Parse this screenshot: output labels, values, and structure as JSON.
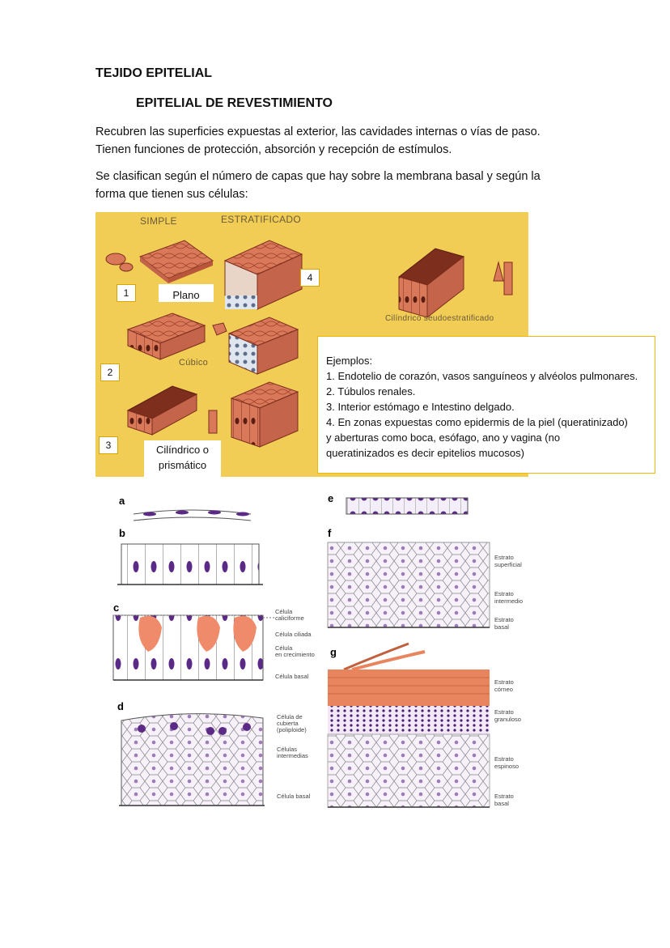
{
  "title": "TEJIDO EPITELIAL",
  "subtitle": "EPITELIAL DE REVESTIMIENTO",
  "para1": [
    "Recubren las superficies expuestas al exterior, las cavidades internas o vías de paso.",
    "Tienen funciones de protección, absorción y recepción de estímulos."
  ],
  "para2": [
    "Se clasifican según el número de capas que hay sobre la membrana basal y según la",
    "forma que tienen sus células:"
  ],
  "figure1": {
    "header_simple": "SIMPLE",
    "header_estratificado": "ESTRATIFICADO",
    "label_cubico": "Cúbico",
    "label_seudo": "Cilíndrico seudoestratificado",
    "num1": "1",
    "num2": "2",
    "num3": "3",
    "num4": "4",
    "plano": "Plano",
    "cilindrico_1": "Cilíndrico o",
    "cilindrico_2": "prismático",
    "colors": {
      "bg": "#f1cd56",
      "cell": "#d9795a",
      "cell_dark": "#b8553b",
      "basal": "#cfd9e8"
    }
  },
  "examples": {
    "heading": "Ejemplos:",
    "lines": [
      "1. Endotelio de corazón, vasos sanguíneos y alvéolos pulmonares.",
      "2. Túbulos renales.",
      "3. Interior estómago e Intestino delgado.",
      "4. En zonas expuestas como epidermis de la piel (queratinizado)",
      "y aberturas como boca, esófago, ano y vagina (no",
      "queratinizados es decir epitelios mucosos)"
    ]
  },
  "figure2": {
    "a": "a",
    "b": "b",
    "c": "c",
    "d": "d",
    "e": "e",
    "f": "f",
    "g": "g",
    "c_labels": [
      "Célula",
      "caliciforme",
      "Célula ciliada",
      "Célula",
      "en crecimiento",
      "Célula basal"
    ],
    "d_labels": [
      "Célula de",
      "cubierta",
      "(poliploide)",
      "Células",
      "intermedias",
      "Célula basal"
    ],
    "f_labels": [
      "Estrato",
      "superficial",
      "Estrato",
      "intermedio",
      "Estrato",
      "basal"
    ],
    "g_labels": [
      "Estrato",
      "córneo",
      "Estrato",
      "granuloso",
      "Estrato",
      "espinoso",
      "Estrato",
      "basal"
    ],
    "colors": {
      "nucleus": "#5b2a86",
      "cytoplasm": "#f4eef8",
      "goblet": "#ef8a6a",
      "corneum": "#e9855e"
    }
  }
}
